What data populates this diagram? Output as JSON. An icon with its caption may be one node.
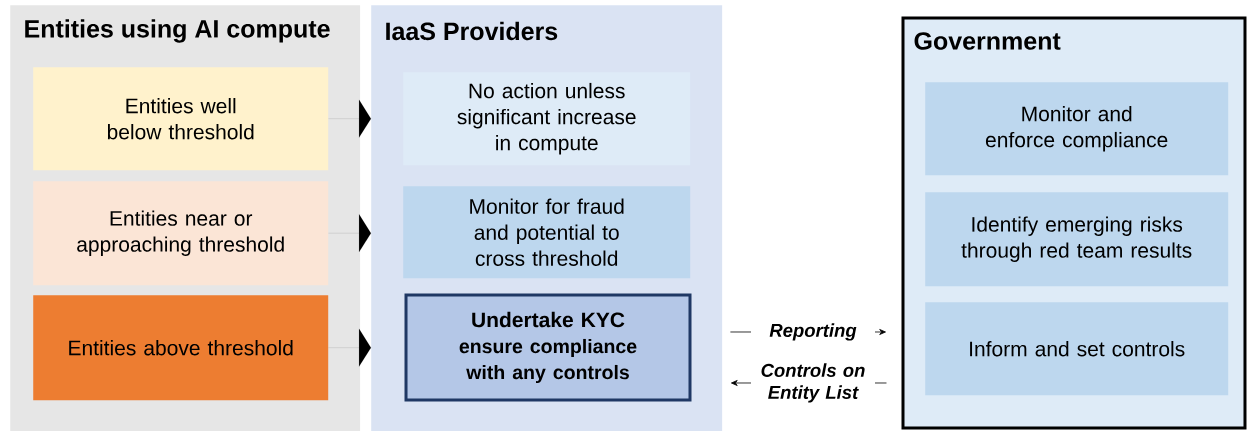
{
  "diagram": {
    "nodes": [
      {
        "text": [
          "Entities using AI compute"
        ]
      },
      {
        "text": [
          "Entities well below threshold"
        ],
        "in": 0
      },
      {
        "text": [
          "Entities near or approaching threshold"
        ],
        "in": 0
      },
      {
        "text": [
          "Entities above threshold"
        ],
        "in": 0
      },
      {
        "text": [
          "IaaS Providers"
        ]
      },
      {
        "text": [
          "No action unless significant increase in compute"
        ],
        "in": 4
      },
      {
        "text": [
          "Monitor for fraud and potential to cross threshold"
        ],
        "in": 4
      },
      {
        "text": [
          "Undertake KYC",
          "ensure compliance with any controls"
        ],
        "in": 4
      },
      {
        "text": [
          "Government"
        ]
      },
      {
        "text": [
          "Monitor and enforce compliance"
        ],
        "in": 8
      },
      {
        "text": [
          "Identify emerging risks through red team results"
        ],
        "in": 8
      },
      {
        "text": [
          "Inform and set controls"
        ],
        "in": 8
      }
    ],
    "edges": [
      {
        "from": 1,
        "to": 4,
        "arrow": "to"
      },
      {
        "from": 2,
        "to": 4,
        "arrow": "to"
      },
      {
        "from": 3,
        "to": 4,
        "arrow": "to"
      },
      {
        "from": 4,
        "to": 8,
        "arrow": "to",
        "label": "Reporting"
      },
      {
        "from": 8,
        "to": 4,
        "arrow": "to",
        "label": "Controls on Entity List"
      }
    ]
  }
}
